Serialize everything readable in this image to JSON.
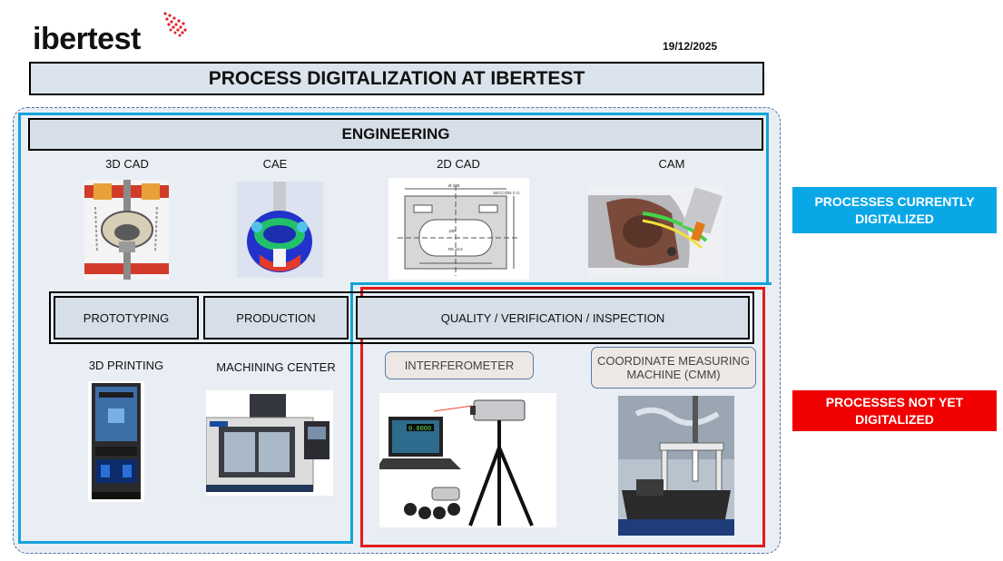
{
  "logo": {
    "text": "ibertest",
    "icon": "red-dot-swoosh-icon"
  },
  "date": "19/12/2025",
  "title": "PROCESS DIGITALIZATION AT IBERTEST",
  "engineering": {
    "header": "ENGINEERING",
    "items": [
      {
        "label": "3D CAD",
        "image": "3d-cad-render-icon"
      },
      {
        "label": "CAE",
        "image": "cae-simulation-icon"
      },
      {
        "label": "2D CAD",
        "image": "technical-drawing-icon"
      },
      {
        "label": "CAM",
        "image": "cam-toolpath-icon"
      }
    ]
  },
  "process_row": {
    "prototyping": "PROTOTYPING",
    "production": "PRODUCTION",
    "quality": "QUALITY / VERIFICATION / INSPECTION"
  },
  "bottom_items": {
    "printing": "3D PRINTING",
    "machining": "MACHINING CENTER",
    "interferometer": "INTERFEROMETER",
    "cmm": "COORDINATE MEASURING MACHINE (CMM)"
  },
  "legend": {
    "current": "PROCESSES CURRENTLY DIGITALIZED",
    "not_yet": "PROCESSES NOT YET DIGITALIZED"
  },
  "colors": {
    "digitalized": "#0aa7e6",
    "not_digitalized": "#f00000",
    "box_fill": "#d6dee8"
  }
}
